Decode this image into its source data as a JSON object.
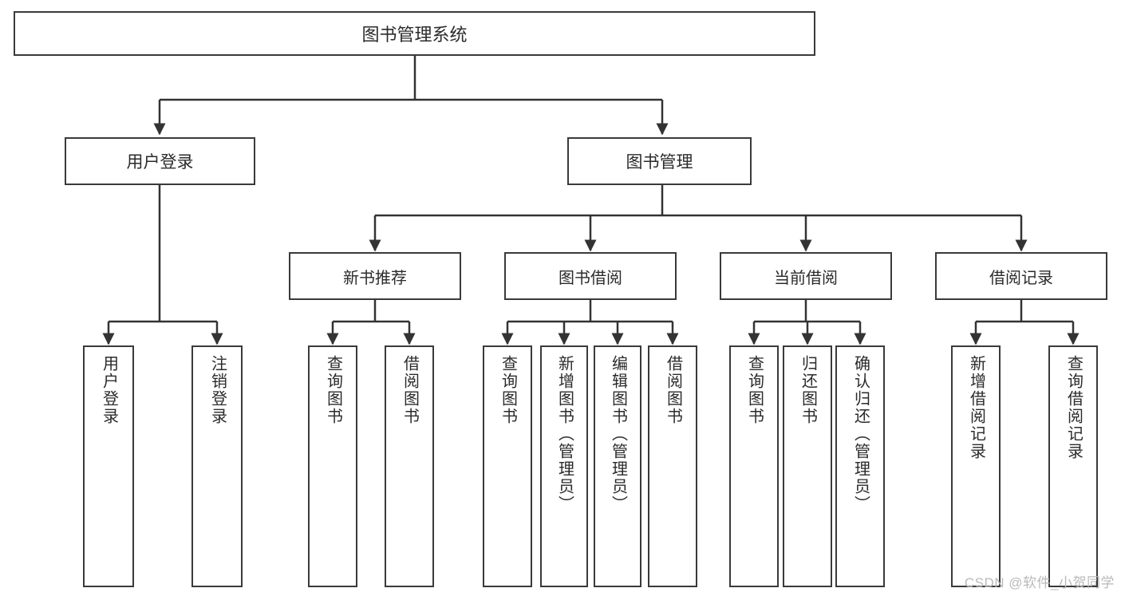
{
  "diagram": {
    "title": "图书管理系统",
    "type": "tree-hierarchy-functional-decomposition",
    "watermark": "CSDN @软件_小贺同学",
    "colors": {
      "border": "#3a3a3a",
      "text": "#2b2b2b",
      "background": "#ffffff",
      "edge": "#333333",
      "watermark": "#b9b9b9"
    },
    "root": {
      "label": "图书管理系统"
    },
    "level1": [
      {
        "id": "user-login",
        "label": "用户登录"
      },
      {
        "id": "book-manage",
        "label": "图书管理"
      }
    ],
    "level2": [
      {
        "id": "new-book-recommend",
        "label": "新书推荐",
        "parent": "book-manage"
      },
      {
        "id": "book-borrow",
        "label": "图书借阅",
        "parent": "book-manage"
      },
      {
        "id": "current-borrow",
        "label": "当前借阅",
        "parent": "book-manage"
      },
      {
        "id": "borrow-record",
        "label": "借阅记录",
        "parent": "book-manage"
      }
    ],
    "leaves": [
      {
        "id": "leaf-user-login",
        "label": "用户登录",
        "parent": "user-login"
      },
      {
        "id": "leaf-logout-login",
        "label": "注销登录",
        "parent": "user-login"
      },
      {
        "id": "leaf-query-book-1",
        "label": "查询图书",
        "parent": "new-book-recommend"
      },
      {
        "id": "leaf-borrow-book-1",
        "label": "借阅图书",
        "parent": "new-book-recommend"
      },
      {
        "id": "leaf-query-book-2",
        "label": "查询图书",
        "parent": "book-borrow"
      },
      {
        "id": "leaf-add-book",
        "label": "新增图书（管理员）",
        "parent": "book-borrow"
      },
      {
        "id": "leaf-edit-book",
        "label": "编辑图书（管理员）",
        "parent": "book-borrow"
      },
      {
        "id": "leaf-borrow-book-2",
        "label": "借阅图书",
        "parent": "book-borrow"
      },
      {
        "id": "leaf-query-book-3",
        "label": "查询图书",
        "parent": "current-borrow"
      },
      {
        "id": "leaf-return-book",
        "label": "归还图书",
        "parent": "current-borrow"
      },
      {
        "id": "leaf-confirm-return",
        "label": "确认归还（管理员）",
        "parent": "current-borrow"
      },
      {
        "id": "leaf-add-record",
        "label": "新增借阅记录",
        "parent": "borrow-record"
      },
      {
        "id": "leaf-query-record",
        "label": "查询借阅记录",
        "parent": "borrow-record"
      }
    ]
  }
}
